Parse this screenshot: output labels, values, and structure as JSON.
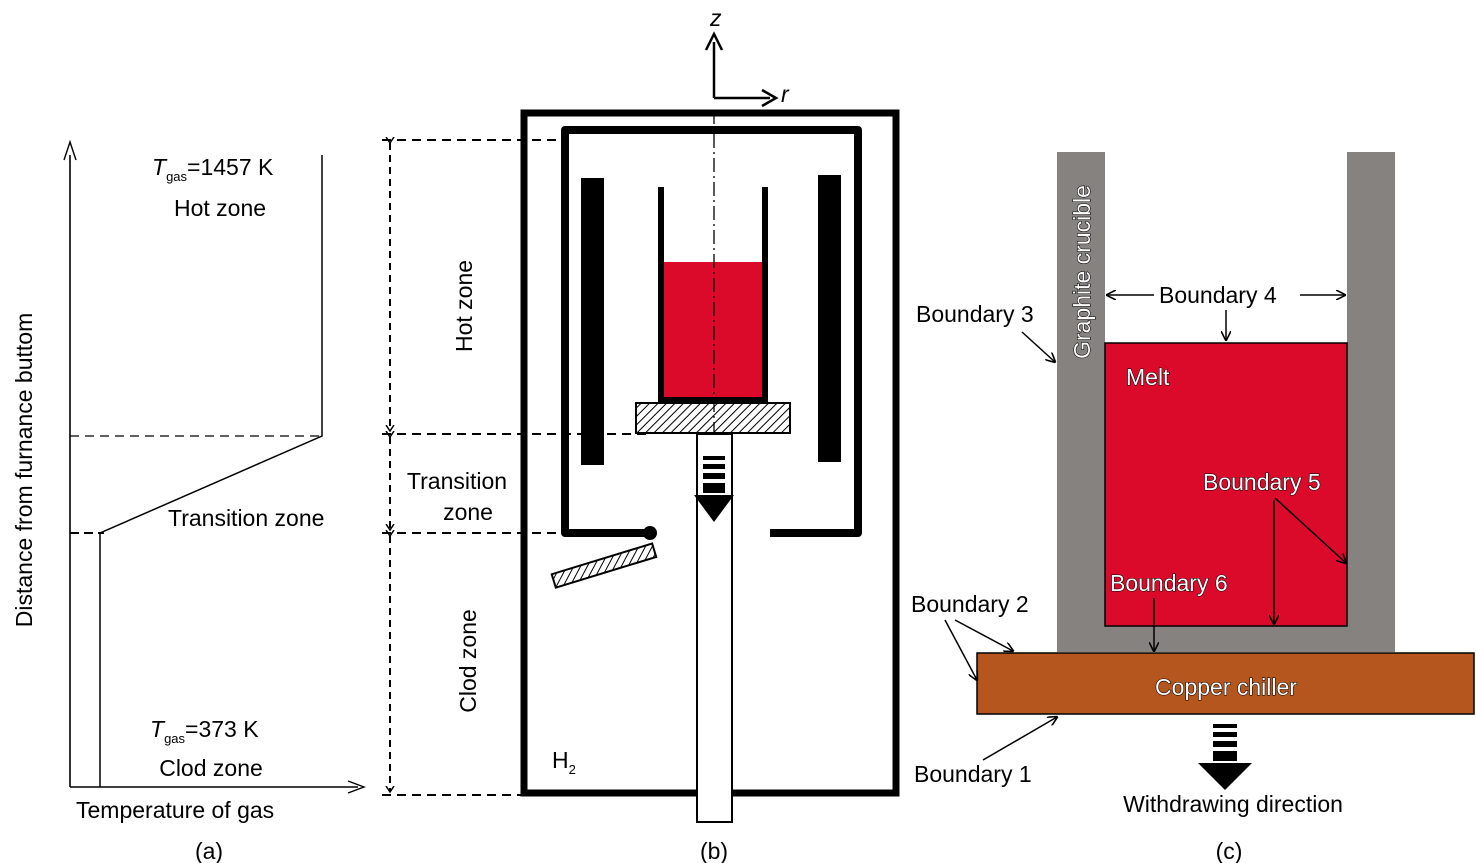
{
  "panel_a": {
    "y_axis_label": "Distance from furnance buttom",
    "x_axis_label": "Temperature of gas",
    "hot_T_symbol": "T",
    "hot_T_subscript": "gas",
    "hot_T_value": "=1457 K",
    "hot_zone": "Hot zone",
    "transition_zone": "Transition zone",
    "cold_T_symbol": "T",
    "cold_T_subscript": "gas",
    "cold_T_value": "=373 K",
    "clod_zone": "Clod zone",
    "caption": "(a)"
  },
  "panel_b": {
    "axis_z": "z",
    "axis_r": "r",
    "hot_zone": "Hot zone",
    "transition_line1": "Transition",
    "transition_line2": "zone",
    "clod_zone": "Clod zone",
    "gas_symbol": "H",
    "gas_subscript": "2",
    "caption": "(b)",
    "colors": {
      "melt": "#dc0a2a"
    }
  },
  "panel_c": {
    "crucible_label": "Graphite crucible",
    "melt_label": "Melt",
    "chiller_label": "Copper chiller",
    "boundary_1": "Boundary 1",
    "boundary_2": "Boundary 2",
    "boundary_3": "Boundary 3",
    "boundary_4": "Boundary 4",
    "boundary_5": "Boundary 5",
    "boundary_6": "Boundary 6",
    "withdrawing": "Withdrawing direction",
    "caption": "(c)",
    "colors": {
      "crucible": "#858280",
      "melt": "#dc0a2a",
      "chiller": "#b5561e"
    }
  }
}
